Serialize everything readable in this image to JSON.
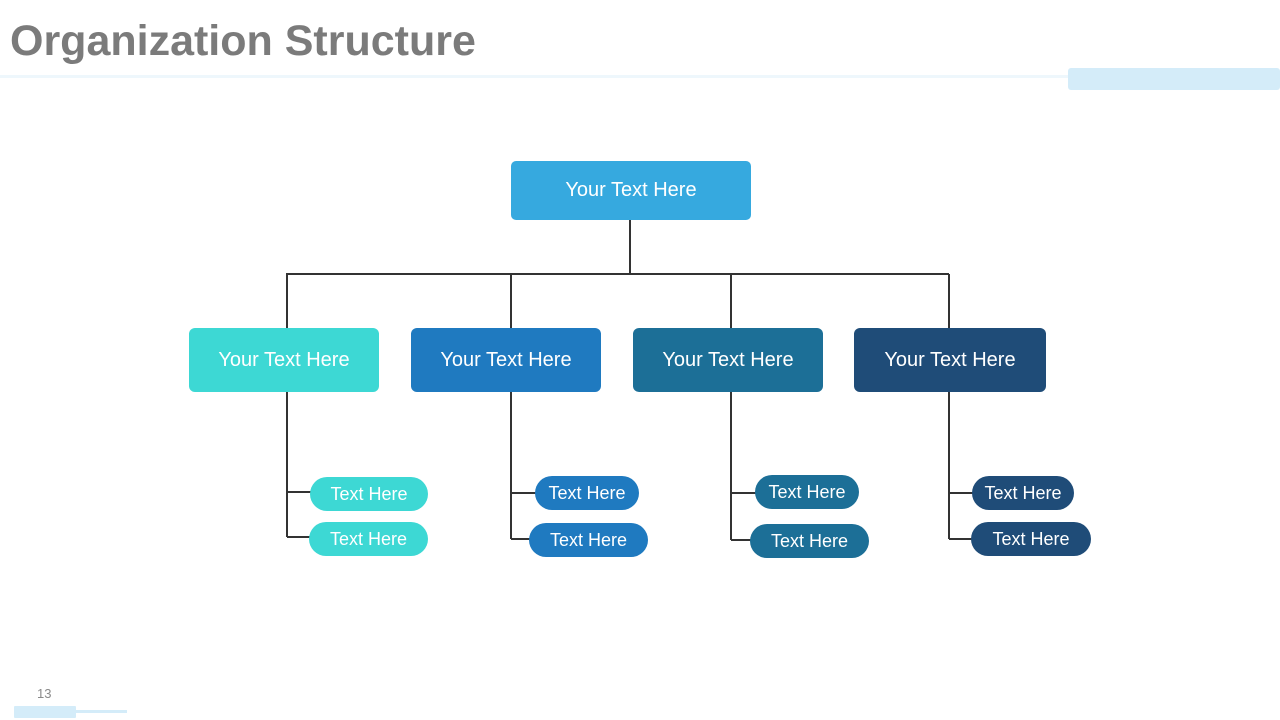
{
  "slide": {
    "title": "Organization Structure",
    "page_number": "13"
  },
  "org_chart": {
    "root": {
      "label": "Your Text Here",
      "color": "#36a9df"
    },
    "departments": [
      {
        "label": "Your Text Here",
        "color": "#3dd8d4",
        "children": [
          "Text Here",
          "Text Here"
        ]
      },
      {
        "label": "Your Text Here",
        "color": "#1f7ac0",
        "children": [
          "Text Here",
          "Text Here"
        ]
      },
      {
        "label": "Your Text Here",
        "color": "#1c6f97",
        "children": [
          "Text Here",
          "Text Here"
        ]
      },
      {
        "label": "Your Text Here",
        "color": "#1f4c78",
        "children": [
          "Text Here",
          "Text Here"
        ]
      }
    ]
  },
  "theme": {
    "title_color": "#7b7b7b",
    "accent_light": "#d4ecf9",
    "connector_color": "#333333"
  }
}
